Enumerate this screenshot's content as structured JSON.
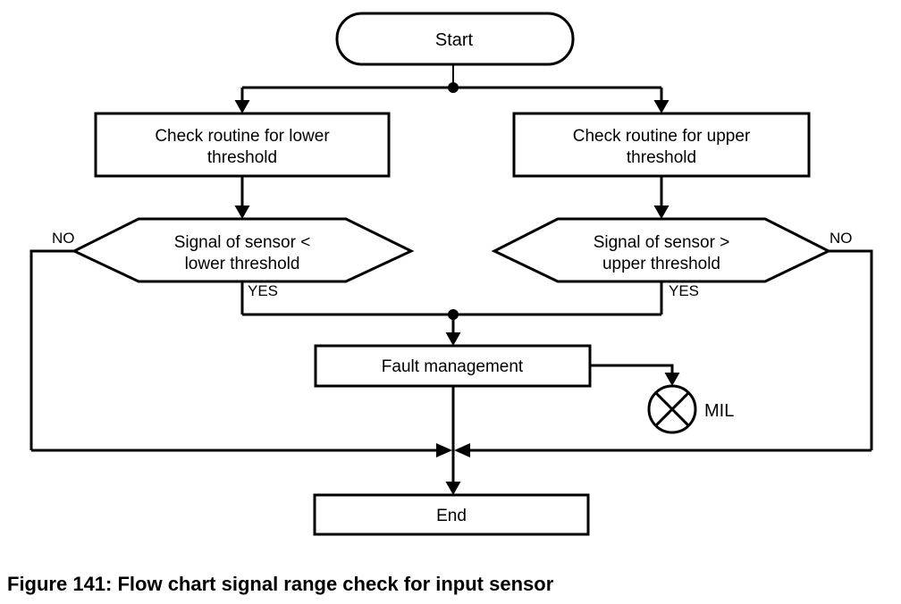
{
  "colors": {
    "stroke": "#000000",
    "background": "#ffffff",
    "text": "#000000"
  },
  "caption": "Figure 141: Flow chart signal range check for input sensor",
  "flowchart": {
    "start": {
      "label": "Start"
    },
    "check_lower": {
      "line1": "Check routine for lower",
      "line2": "threshold"
    },
    "check_upper": {
      "line1": "Check routine for upper",
      "line2": "threshold"
    },
    "decision_lower": {
      "line1": "Signal of sensor <",
      "line2": "lower threshold",
      "no": "NO",
      "yes": "YES"
    },
    "decision_upper": {
      "line1": "Signal of sensor >",
      "line2": "upper threshold",
      "no": "NO",
      "yes": "YES"
    },
    "fault": {
      "label": "Fault management"
    },
    "mil": {
      "label": "MIL"
    },
    "end": {
      "label": "End"
    }
  }
}
